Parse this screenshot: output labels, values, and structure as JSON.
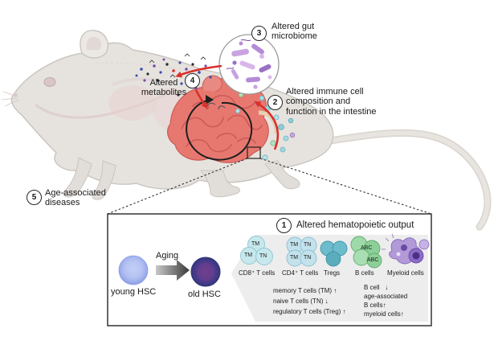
{
  "steps": [
    {
      "number": "1",
      "label": "Altered hematopoietic output"
    },
    {
      "number": "2",
      "label_lines": [
        "Altered immune cell",
        "composition and",
        "function in the intestine"
      ]
    },
    {
      "number": "3",
      "label_lines": [
        "Altered gut",
        "microbiome"
      ]
    },
    {
      "number": "4",
      "label_lines": [
        "Altered",
        "metabolites"
      ]
    },
    {
      "number": "5",
      "label_lines": [
        "Age-associated",
        "diseases"
      ]
    }
  ],
  "hematopoiesis": {
    "young_label": "young HSC",
    "old_label": "old HSC",
    "arrow_label": "Aging"
  },
  "cell_types": [
    {
      "name": "CD8⁺ T cells",
      "markers": [
        "TM",
        "TM",
        "TN"
      ],
      "color": "#bfe3e8"
    },
    {
      "name": "CD4⁺ T cells",
      "markers": [
        "TM",
        "TN",
        "TM",
        "TN"
      ],
      "color": "#bfe0ea"
    },
    {
      "name": "Tregs",
      "markers": [],
      "color": "#5fb4c4"
    },
    {
      "name": "B cells",
      "markers": [
        "ABC",
        "ABC"
      ],
      "color": "#8ed19a"
    },
    {
      "name": "Myeloid cells",
      "markers": [],
      "color": "#a78bd0"
    }
  ],
  "t_cell_changes": [
    {
      "text": "memory T cells (TM)",
      "arrow": "↑"
    },
    {
      "text": "naive T cells (TN)",
      "arrow": "↓"
    },
    {
      "text": "regulatory T cells (Treg)",
      "arrow": "↑"
    }
  ],
  "b_cell_changes": [
    {
      "text": "B cell",
      "arrow": "↓"
    },
    {
      "text": "age-associated",
      "arrow": ""
    },
    {
      "text": "B cells",
      "arrow": "↑"
    },
    {
      "text": "myeloid cells",
      "arrow": "↑"
    }
  ],
  "colors": {
    "mouse_body": "#e6e3df",
    "mouse_outline": "#c9c4be",
    "intestine": "#e77870",
    "intestine_dark": "#cc5a55",
    "red_arrow": "#d9302c",
    "young_hsc": "#9fb2ec",
    "old_hsc": "#3c3f8f",
    "panel_border": "#333333"
  }
}
